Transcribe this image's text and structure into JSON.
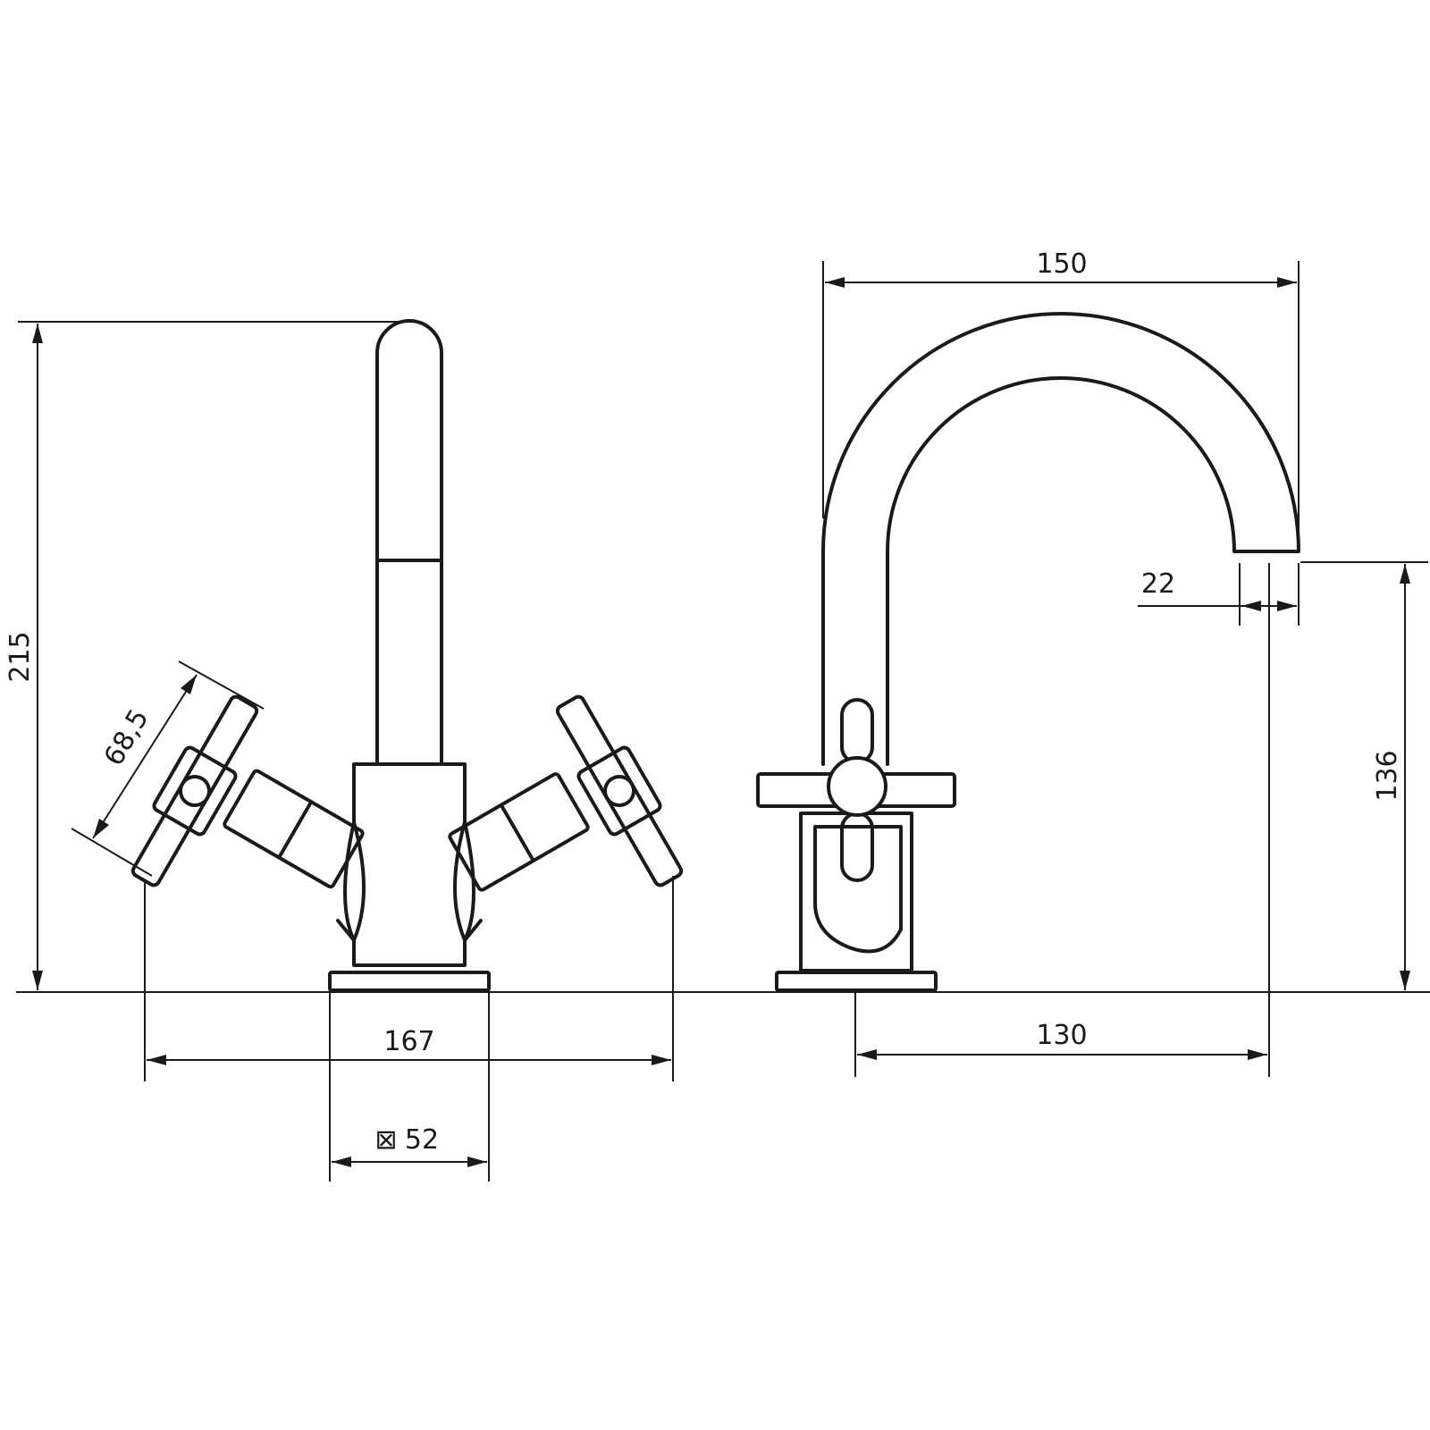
{
  "dimensions": {
    "front_height": "215",
    "handle_length": "68,5",
    "handle_span": "167",
    "base_size": "52",
    "base_symbol": "⊠",
    "spout_reach_top": "150",
    "spout_outlet": "22",
    "spout_height": "136",
    "spout_reach_bottom": "130"
  }
}
